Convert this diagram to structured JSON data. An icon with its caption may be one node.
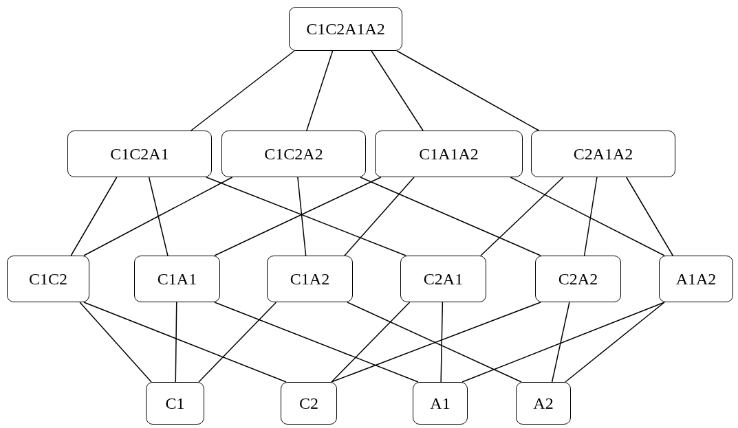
{
  "diagram": {
    "nodes": [
      {
        "text": [
          "C1C2A1A2"
        ]
      },
      {
        "text": [
          "C1C2A1"
        ]
      },
      {
        "text": [
          "C1C2A2"
        ]
      },
      {
        "text": [
          "C1A1A2"
        ]
      },
      {
        "text": [
          "C2A1A2"
        ]
      },
      {
        "text": [
          "C1C2"
        ]
      },
      {
        "text": [
          "C1A1"
        ]
      },
      {
        "text": [
          "C1A2"
        ]
      },
      {
        "text": [
          "C2A1"
        ]
      },
      {
        "text": [
          "C2A2"
        ]
      },
      {
        "text": [
          "A1A2"
        ]
      },
      {
        "text": [
          "C1"
        ]
      },
      {
        "text": [
          "C2"
        ]
      },
      {
        "text": [
          "A1"
        ]
      },
      {
        "text": [
          "A2"
        ]
      }
    ],
    "edges": [
      {
        "from": 0,
        "to": 1,
        "arrow": "none"
      },
      {
        "from": 0,
        "to": 2,
        "arrow": "none"
      },
      {
        "from": 0,
        "to": 3,
        "arrow": "none"
      },
      {
        "from": 0,
        "to": 4,
        "arrow": "none"
      },
      {
        "from": 1,
        "to": 5,
        "arrow": "none"
      },
      {
        "from": 1,
        "to": 6,
        "arrow": "none"
      },
      {
        "from": 1,
        "to": 8,
        "arrow": "none"
      },
      {
        "from": 2,
        "to": 5,
        "arrow": "none"
      },
      {
        "from": 2,
        "to": 7,
        "arrow": "none"
      },
      {
        "from": 2,
        "to": 9,
        "arrow": "none"
      },
      {
        "from": 3,
        "to": 6,
        "arrow": "none"
      },
      {
        "from": 3,
        "to": 7,
        "arrow": "none"
      },
      {
        "from": 3,
        "to": 10,
        "arrow": "none"
      },
      {
        "from": 4,
        "to": 8,
        "arrow": "none"
      },
      {
        "from": 4,
        "to": 9,
        "arrow": "none"
      },
      {
        "from": 4,
        "to": 10,
        "arrow": "none"
      },
      {
        "from": 5,
        "to": 11,
        "arrow": "none"
      },
      {
        "from": 5,
        "to": 12,
        "arrow": "none"
      },
      {
        "from": 6,
        "to": 11,
        "arrow": "none"
      },
      {
        "from": 6,
        "to": 13,
        "arrow": "none"
      },
      {
        "from": 7,
        "to": 11,
        "arrow": "none"
      },
      {
        "from": 7,
        "to": 14,
        "arrow": "none"
      },
      {
        "from": 8,
        "to": 12,
        "arrow": "none"
      },
      {
        "from": 8,
        "to": 13,
        "arrow": "none"
      },
      {
        "from": 9,
        "to": 12,
        "arrow": "none"
      },
      {
        "from": 9,
        "to": 14,
        "arrow": "none"
      },
      {
        "from": 10,
        "to": 13,
        "arrow": "none"
      },
      {
        "from": 10,
        "to": 14,
        "arrow": "none"
      }
    ]
  }
}
